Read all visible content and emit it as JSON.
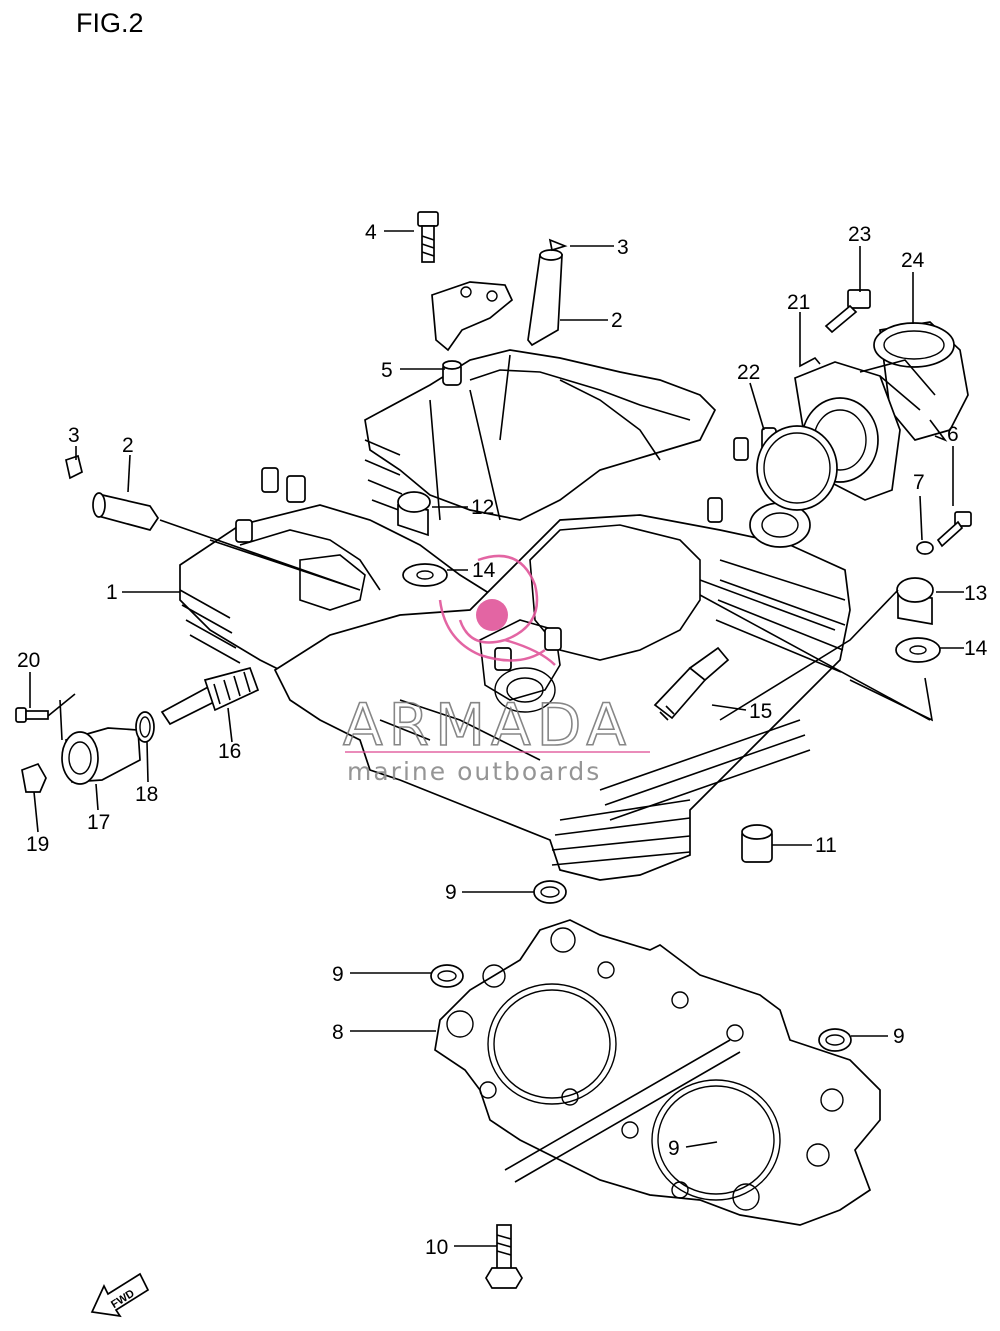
{
  "figure": {
    "title": "FIG.2"
  },
  "watermark": {
    "brand": "ARMADA",
    "tagline": "marine outboards",
    "accent_color": "#e0559a"
  },
  "direction_marker": {
    "text": "FWD"
  },
  "callouts": [
    {
      "id": "c4",
      "text": "4"
    },
    {
      "id": "c3a",
      "text": "3"
    },
    {
      "id": "c2a",
      "text": "2"
    },
    {
      "id": "c5",
      "text": "5"
    },
    {
      "id": "c3b",
      "text": "3"
    },
    {
      "id": "c2b",
      "text": "2"
    },
    {
      "id": "c12",
      "text": "12"
    },
    {
      "id": "c14a",
      "text": "14"
    },
    {
      "id": "c1",
      "text": "1"
    },
    {
      "id": "c20",
      "text": "20"
    },
    {
      "id": "c16",
      "text": "16"
    },
    {
      "id": "c18",
      "text": "18"
    },
    {
      "id": "c17",
      "text": "17"
    },
    {
      "id": "c19",
      "text": "19"
    },
    {
      "id": "c23",
      "text": "23"
    },
    {
      "id": "c24",
      "text": "24"
    },
    {
      "id": "c21",
      "text": "21"
    },
    {
      "id": "c22",
      "text": "22"
    },
    {
      "id": "c7",
      "text": "7"
    },
    {
      "id": "c6",
      "text": "6"
    },
    {
      "id": "c13",
      "text": "13"
    },
    {
      "id": "c14b",
      "text": "14"
    },
    {
      "id": "c15",
      "text": "15"
    },
    {
      "id": "c11",
      "text": "11"
    },
    {
      "id": "c9a",
      "text": "9"
    },
    {
      "id": "c9b",
      "text": "9"
    },
    {
      "id": "c8",
      "text": "8"
    },
    {
      "id": "c9c",
      "text": "9"
    },
    {
      "id": "c9d",
      "text": "9"
    },
    {
      "id": "c10",
      "text": "10"
    }
  ]
}
